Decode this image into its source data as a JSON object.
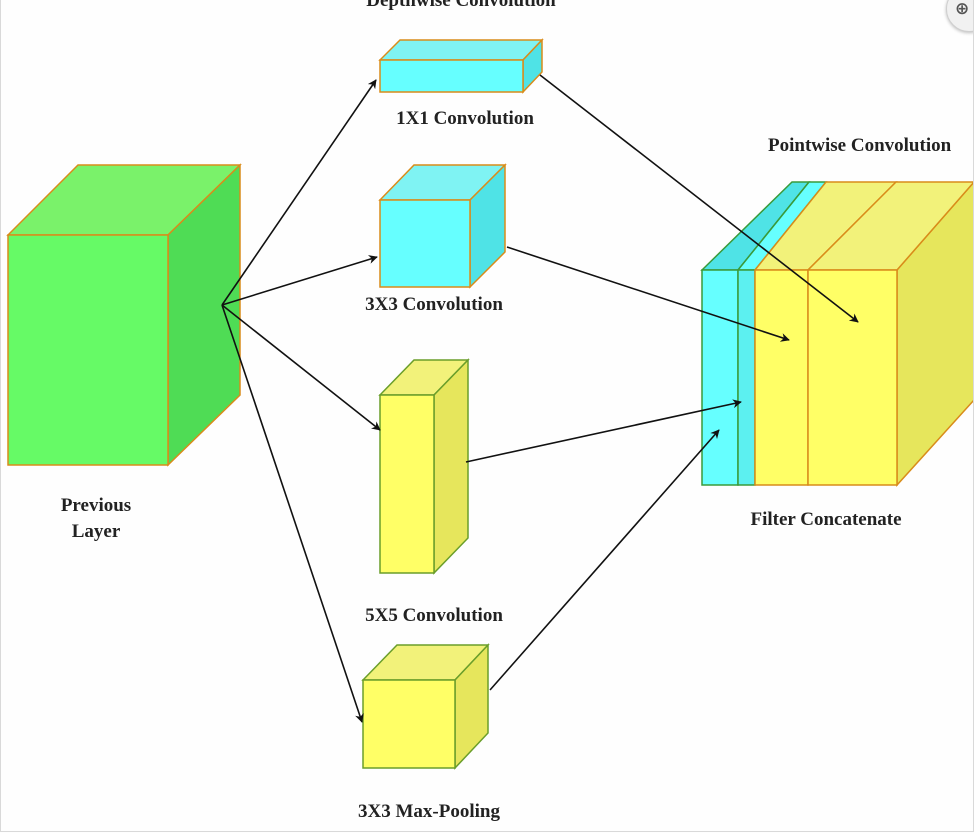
{
  "labels": {
    "depthwise": "Depthwise Convolution",
    "conv1x1": "1X1 Convolution",
    "conv3x3": "3X3 Convolution",
    "conv5x5": "5X5 Convolution",
    "maxpool": "3X3 Max-Pooling",
    "previous_line1": "Previous",
    "previous_line2": "Layer",
    "pointwise": "Pointwise Convolution",
    "concat": "Filter Concatenate"
  },
  "colors": {
    "green_front": "#66fa66",
    "green_side": "#4fdc55",
    "green_top": "#7af26a",
    "cyan_front": "#66ffff",
    "cyan_side": "#4fe3e6",
    "yellow_front": "#ffff66",
    "yellow_side": "#e6e65c",
    "edge_orange": "#d98c1a",
    "edge_green": "#6a9e2a",
    "arrow": "#111111"
  },
  "icons": {
    "zoom": "zoom-in-icon"
  }
}
